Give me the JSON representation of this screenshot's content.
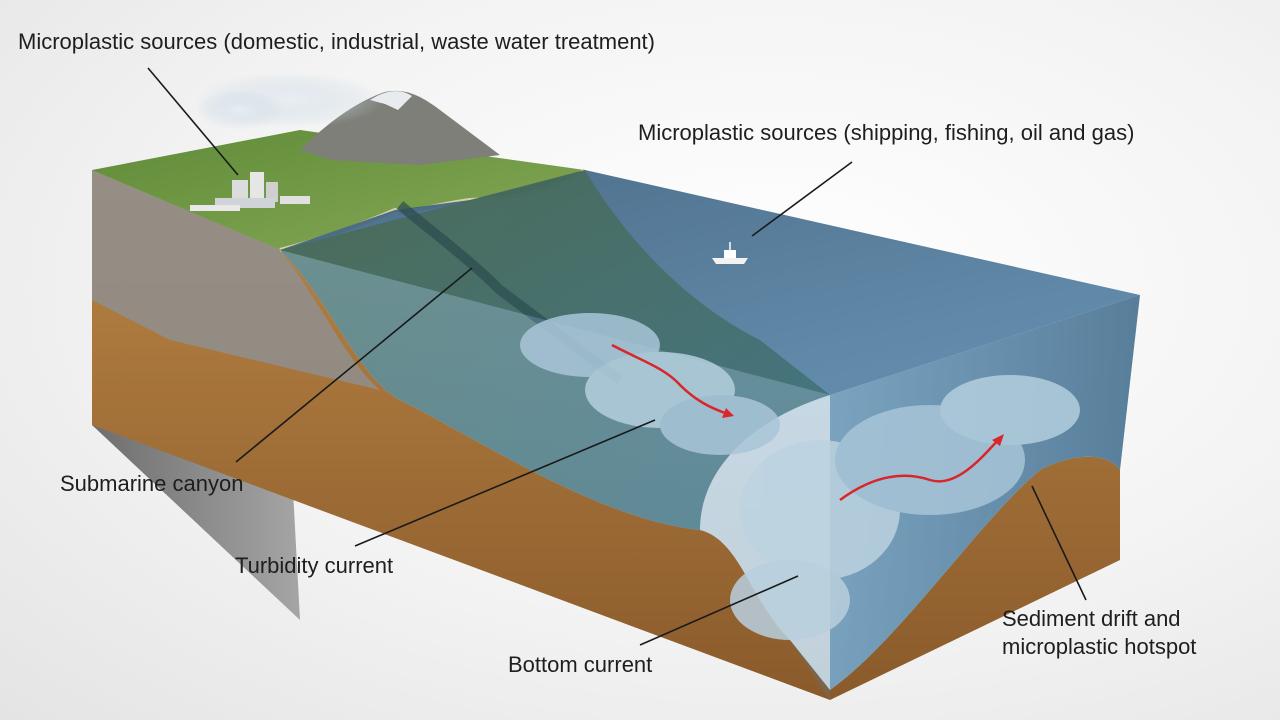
{
  "labels": {
    "land_sources": "Microplastic sources (domestic, industrial, waste water treatment)",
    "sea_sources": "Microplastic sources (shipping, fishing, oil and gas)",
    "canyon": "Submarine canyon",
    "turbidity": "Turbidity current",
    "bottom": "Bottom current",
    "drift_line1": "Sediment drift and",
    "drift_line2": "microplastic hotspot"
  },
  "colors": {
    "land": "#6f9a45",
    "rock": "#8d8d8d",
    "sediment": "#a9773f",
    "water": "#3d6f95",
    "current_arrow": "#d9262a",
    "leader_line": "#1a1a1a"
  }
}
